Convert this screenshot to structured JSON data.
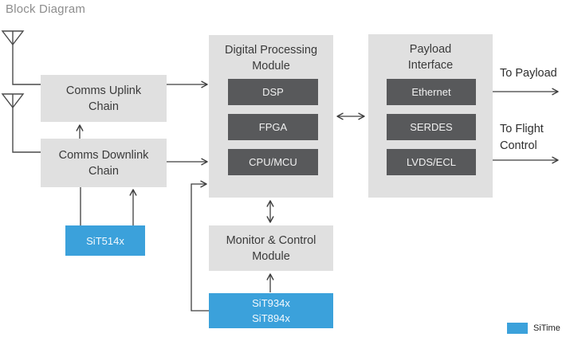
{
  "page_title": "Block Diagram",
  "colors": {
    "sitime_blue": "#3BA1DB",
    "module_gray": "#E0E0E0",
    "chip_dark_gray": "#58595B",
    "connector_line": "#3E3E3E",
    "title_gray": "#8D8D8D"
  },
  "icons": {
    "antenna_top": "antenna-icon",
    "antenna_bottom": "antenna-icon"
  },
  "blocks": {
    "uplink": {
      "label": "Comms Uplink\nChain"
    },
    "downlink": {
      "label": "Comms Downlink\nChain"
    },
    "dpm": {
      "title": "Digital Processing\nModule",
      "chips": [
        "DSP",
        "FPGA",
        "CPU/MCU"
      ]
    },
    "payload": {
      "title": "Payload\nInterface",
      "chips": [
        "Ethernet",
        "SERDES",
        "LVDS/ECL"
      ]
    },
    "mcm": {
      "label": "Monitor & Control\nModule"
    },
    "sit514x": {
      "label": "SiT514x"
    },
    "sit934x": {
      "label": "SiT934x\nSiT894x"
    }
  },
  "outputs": {
    "to_payload": "To Payload",
    "to_flight_control": "To Flight\nControl"
  },
  "legend": {
    "label": "SiTime",
    "swatch_color": "#3BA1DB"
  }
}
